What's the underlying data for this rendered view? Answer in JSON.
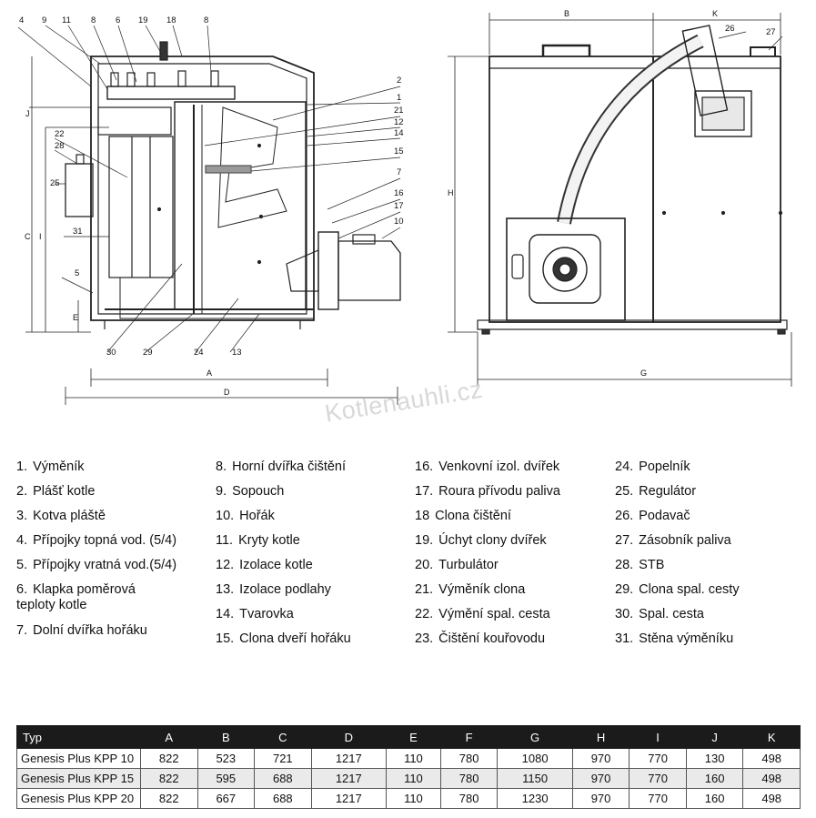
{
  "callouts_left": [
    "4",
    "9",
    "11",
    "8",
    "6",
    "19",
    "18",
    "8"
  ],
  "callouts_right_side": [
    "2",
    "1",
    "21",
    "12",
    "14",
    "15",
    "7",
    "16",
    "17",
    "10"
  ],
  "callouts_left_side": [
    "22",
    "28",
    "25",
    "31",
    "5"
  ],
  "callouts_bottom": [
    "30",
    "29",
    "24",
    "13"
  ],
  "callouts_right_view": [
    "26",
    "27"
  ],
  "dimensions": {
    "a": "A",
    "b": "B",
    "c": "C",
    "d": "D",
    "e": "E",
    "g": "G",
    "h": "H",
    "i": "I",
    "j": "J",
    "k": "K"
  },
  "watermark": "Kotlenauhli.cz",
  "legend_col1": [
    {
      "n": "1.",
      "t": "Výměník"
    },
    {
      "n": "2.",
      "t": "Plášť kotle"
    },
    {
      "n": "3.",
      "t": "Kotva pláště"
    },
    {
      "n": "4.",
      "t": "Přípojky topná vod. (5/4)"
    },
    {
      "n": "5.",
      "t": "Přípojky vratná vod.(5/4)"
    },
    {
      "n": "6.",
      "t": "Klapka poměrová teploty kotle"
    },
    {
      "n": "7.",
      "t": "Dolní dvířka hořáku"
    }
  ],
  "legend_col2": [
    {
      "n": "8.",
      "t": "Horní dvířka čištění"
    },
    {
      "n": "9.",
      "t": "Sopouch"
    },
    {
      "n": "10.",
      "t": "Hořák"
    },
    {
      "n": "11.",
      "t": "Kryty kotle"
    },
    {
      "n": "12.",
      "t": "Izolace kotle"
    },
    {
      "n": "13.",
      "t": "Izolace podlahy"
    },
    {
      "n": "14.",
      "t": "Tvarovka"
    },
    {
      "n": "15.",
      "t": "Clona dveří hořáku"
    }
  ],
  "legend_col3": [
    {
      "n": "16.",
      "t": "Venkovní izol. dvířek"
    },
    {
      "n": "17.",
      "t": "Roura přívodu paliva"
    },
    {
      "n": "18",
      "t": "Clona čištění"
    },
    {
      "n": "19.",
      "t": "Úchyt clony dvířek"
    },
    {
      "n": "20.",
      "t": "Turbulátor"
    },
    {
      "n": "21.",
      "t": "Výměník clona"
    },
    {
      "n": "22.",
      "t": "Výmění spal. cesta"
    },
    {
      "n": "23.",
      "t": "Čištění kouřovodu"
    }
  ],
  "legend_col4": [
    {
      "n": "24.",
      "t": "Popelník"
    },
    {
      "n": "25.",
      "t": "Regulátor"
    },
    {
      "n": "26.",
      "t": "Podavač"
    },
    {
      "n": "27.",
      "t": "Zásobník paliva"
    },
    {
      "n": "28.",
      "t": "STB"
    },
    {
      "n": "29.",
      "t": "Clona spal. cesty"
    },
    {
      "n": "30.",
      "t": "Spal. cesta"
    },
    {
      "n": "31.",
      "t": "Stěna výměníku"
    }
  ],
  "table": {
    "headers": [
      "Typ",
      "A",
      "B",
      "C",
      "D",
      "E",
      "F",
      "G",
      "H",
      "I",
      "J",
      "K"
    ],
    "rows": [
      [
        "Genesis Plus KPP 10",
        "822",
        "523",
        "721",
        "1217",
        "110",
        "780",
        "1080",
        "970",
        "770",
        "130",
        "498"
      ],
      [
        "Genesis Plus KPP 15",
        "822",
        "595",
        "688",
        "1217",
        "110",
        "780",
        "1150",
        "970",
        "770",
        "160",
        "498"
      ],
      [
        "Genesis Plus KPP 20",
        "822",
        "667",
        "688",
        "1217",
        "110",
        "780",
        "1230",
        "970",
        "770",
        "160",
        "498"
      ]
    ]
  }
}
